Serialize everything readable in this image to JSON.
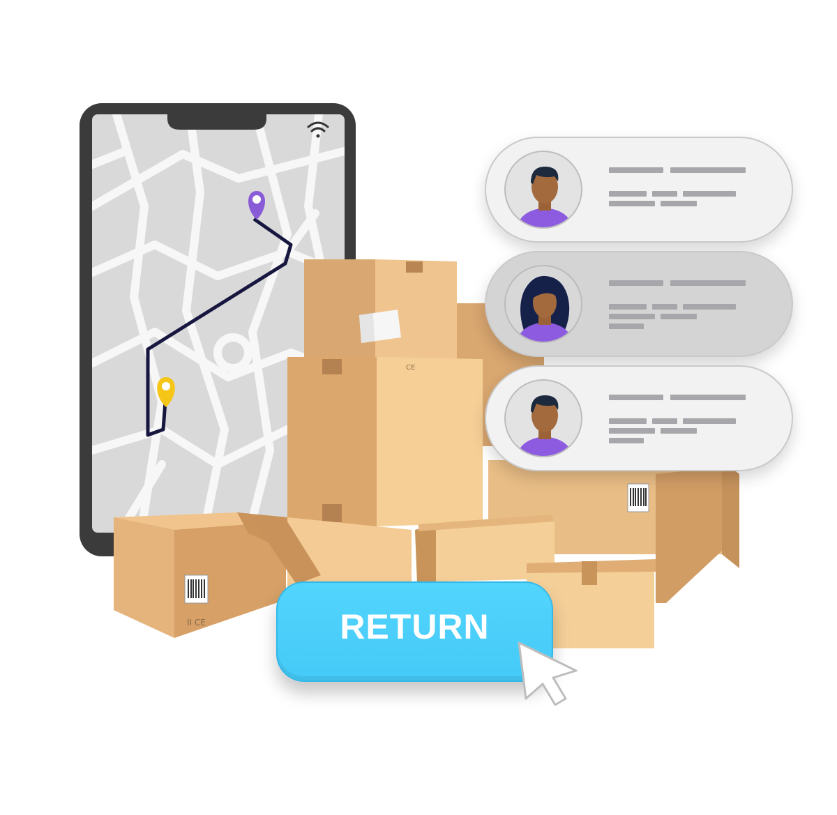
{
  "return_button": {
    "label": "RETURN"
  },
  "colors": {
    "button": "#4ccffb",
    "route": "#16163f",
    "destination_pin": "#8a5bd6",
    "origin_pin": "#f5c518",
    "box": "#e3b27a",
    "shirt": "#8c5be0"
  },
  "icons": [
    "wifi-icon",
    "location-pin-icon",
    "cursor-arrow-icon",
    "barcode-icon",
    "avatar-icon"
  ],
  "cards": [
    {
      "avatar": "man"
    },
    {
      "avatar": "woman"
    },
    {
      "avatar": "man"
    }
  ]
}
